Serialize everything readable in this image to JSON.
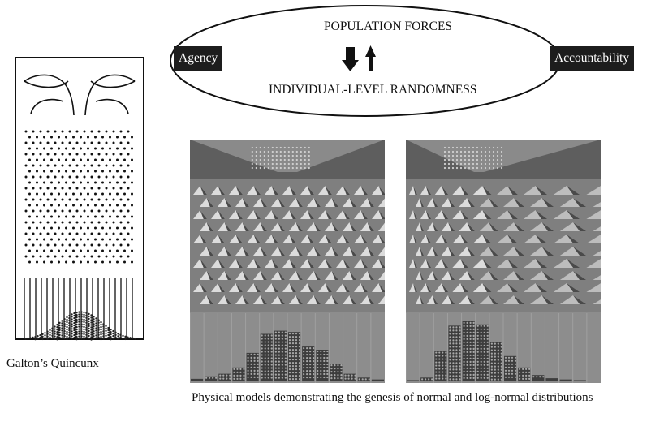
{
  "top_diagram": {
    "top_text": "POPULATION FORCES",
    "bottom_text": "INDIVIDUAL-LEVEL RANDOMNESS",
    "left_label": "Agency",
    "right_label": "Accountability",
    "arrow_icons": [
      "arrow-down-icon",
      "arrow-up-icon"
    ]
  },
  "quincunx": {
    "caption": "Galton’s Quincunx"
  },
  "physical_models": {
    "caption": "Physical models demonstrating the genesis of normal and log-normal distributions",
    "panels": [
      {
        "distribution": "normal",
        "histogram_heights": [
          0.04,
          0.08,
          0.12,
          0.22,
          0.45,
          0.75,
          0.8,
          0.78,
          0.55,
          0.5,
          0.28,
          0.12,
          0.06,
          0.03
        ]
      },
      {
        "distribution": "log-normal",
        "histogram_heights": [
          0.02,
          0.06,
          0.48,
          0.88,
          0.95,
          0.9,
          0.62,
          0.4,
          0.22,
          0.1,
          0.05,
          0.03,
          0.02,
          0.01
        ]
      }
    ]
  },
  "colors": {
    "label_background": "#1d1d1d",
    "photo_background": "#7f7f7f",
    "photo_dark": "#4a4a4a",
    "photo_light": "#dcdcdc"
  }
}
